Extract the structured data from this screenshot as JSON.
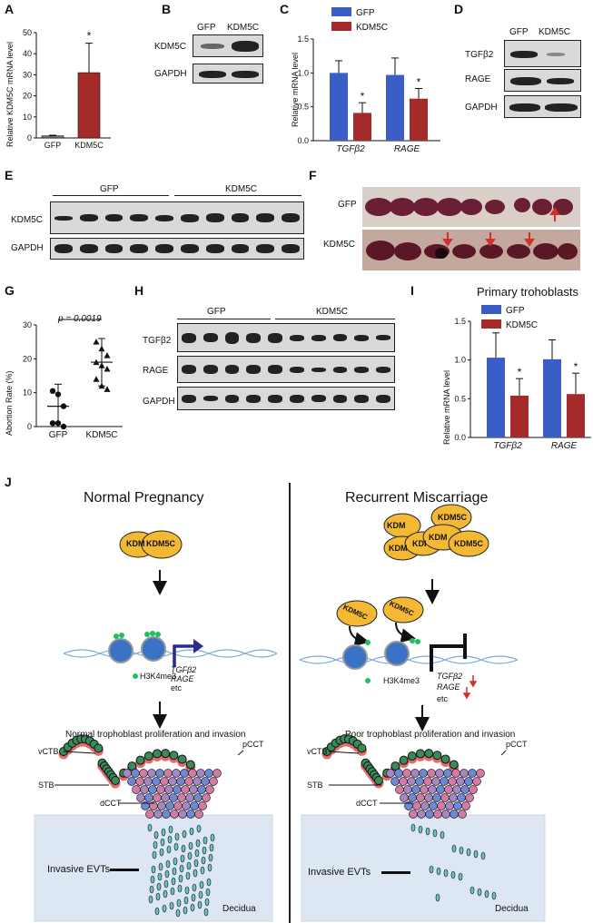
{
  "panels": {
    "A": "A",
    "B": "B",
    "C": "C",
    "D": "D",
    "E": "E",
    "F": "F",
    "G": "G",
    "H": "H",
    "I": "I",
    "J": "J"
  },
  "groups": {
    "gfp": "GFP",
    "kdm": "KDM5C"
  },
  "proteins": {
    "kdm5c": "KDM5C",
    "gapdh": "GAPDH",
    "tgfb2": "TGFβ2",
    "rage": "RAGE"
  },
  "panelA": {
    "ylabel": "Relative KDM5C mRNA level",
    "sig": "*"
  },
  "panelC": {
    "ylabel": "Relative mRNA level",
    "sig": "*"
  },
  "panelG": {
    "ylabel": "Abortion Rate (%)",
    "pvalue": "p = 0.0019"
  },
  "panelI": {
    "title": "Primary trohoblasts",
    "ylabel": "Relative mRNA level"
  },
  "diagram": {
    "normal_title": "Normal Pregnancy",
    "rm_title": "Recurrent Miscarriage",
    "kdm_short": "KDM",
    "kdm5c": "KDM5C",
    "kdm_trunc": "KDI",
    "mark": "H3K4me3",
    "genes": [
      "TGFβ2",
      "RAGE",
      "etc"
    ],
    "normal_outcome": "Normal trophoblast proliferation and invasion",
    "rm_outcome": "Poor trophoblast proliferation and invasion",
    "tissue_labels": {
      "vctb": "vCTB",
      "stb": "STB",
      "dcct": "dCCT",
      "pcct": "pCCT",
      "evt": "Invasive EVTs",
      "decidua": "Decidua"
    }
  },
  "colors": {
    "gfp": "#3a5dc8",
    "kdm5c": "#a52a2a",
    "enzyme": "#f3b935",
    "dna": "#7aa6e0",
    "nucleosome": "#3b73c4",
    "mark": "#1fbf5f",
    "arrow_blue": "#2a2a8c",
    "red": "#d0302a",
    "decidua": "#dde6f3"
  },
  "chart_data": [
    {
      "panel": "A",
      "type": "bar",
      "categories": [
        "GFP",
        "KDM5C"
      ],
      "values": [
        1,
        31
      ],
      "errors": [
        0.3,
        14
      ],
      "ylabel": "Relative KDM5C mRNA level",
      "ylim": [
        0,
        50
      ],
      "yticks": [
        0,
        10,
        20,
        30,
        40,
        50
      ],
      "annotations": [
        "*"
      ]
    },
    {
      "panel": "C",
      "type": "bar",
      "categories": [
        "TGFβ2",
        "RAGE"
      ],
      "series": [
        {
          "name": "GFP",
          "values": [
            1.0,
            0.97
          ],
          "errors": [
            0.18,
            0.25
          ]
        },
        {
          "name": "KDM5C",
          "values": [
            0.41,
            0.62
          ],
          "errors": [
            0.15,
            0.15
          ]
        }
      ],
      "ylabel": "Relative mRNA level",
      "ylim": [
        0,
        1.5
      ],
      "yticks": [
        "0.0",
        "0.5",
        "1.0",
        "1.5"
      ],
      "annotations": [
        "*",
        "*"
      ]
    },
    {
      "panel": "G",
      "type": "scatter",
      "categories": [
        "GFP",
        "KDM5C"
      ],
      "series": [
        {
          "name": "GFP",
          "mean": 6,
          "sd": 6.5,
          "values": [
            10.5,
            9.5,
            6,
            1,
            1,
            0
          ]
        },
        {
          "name": "KDM5C",
          "mean": 19,
          "sd": 7,
          "values": [
            25,
            23,
            21,
            19,
            18,
            17,
            14,
            12,
            11
          ]
        }
      ],
      "ylabel": "Abortion Rate (%)",
      "ylim": [
        0,
        30
      ],
      "yticks": [
        0,
        10,
        20,
        30
      ],
      "annotations": [
        "p = 0.0019"
      ]
    },
    {
      "panel": "I",
      "type": "bar",
      "title": "Primary trohoblasts",
      "categories": [
        "TGFβ2",
        "RAGE"
      ],
      "series": [
        {
          "name": "GFP",
          "values": [
            1.03,
            1.01
          ],
          "errors": [
            0.32,
            0.25
          ]
        },
        {
          "name": "KDM5C",
          "values": [
            0.54,
            0.56
          ],
          "errors": [
            0.22,
            0.27
          ]
        }
      ],
      "ylabel": "Relative mRNA level",
      "ylim": [
        0,
        1.5
      ],
      "yticks": [
        "0.0",
        "0.5",
        "1.0",
        "1.5"
      ],
      "annotations": [
        "*",
        "*"
      ]
    }
  ]
}
